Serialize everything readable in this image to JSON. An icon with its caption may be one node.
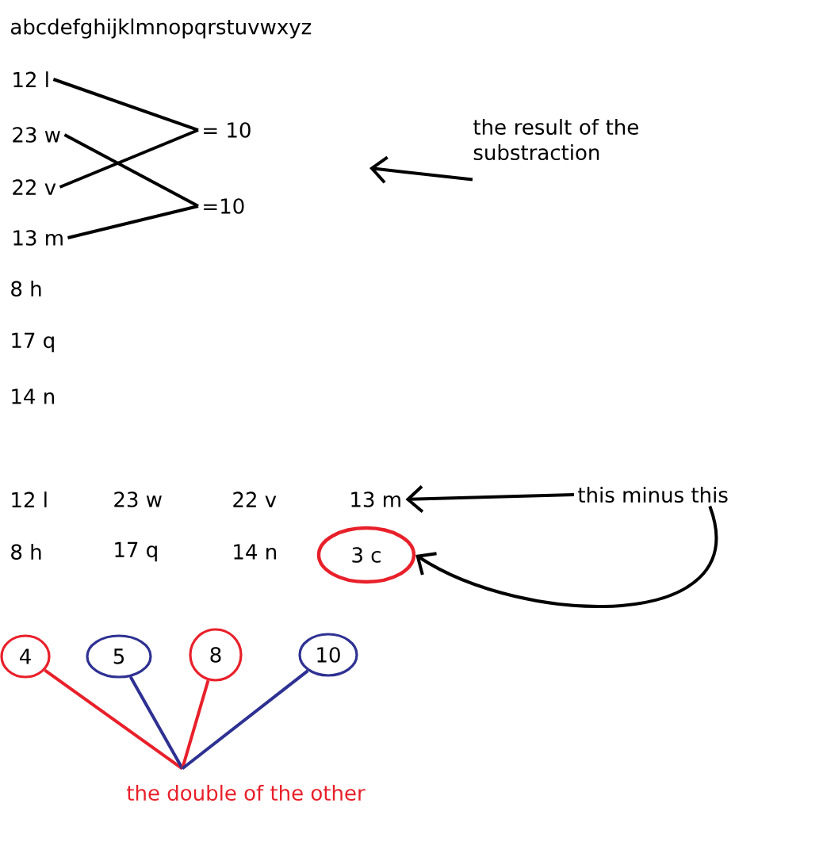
{
  "diagram": {
    "nodes": [
      {
        "text": [
          "12 l"
        ]
      },
      {
        "text": [
          "23 w"
        ]
      },
      {
        "text": [
          "22 v"
        ]
      },
      {
        "text": [
          "13 m"
        ]
      },
      {
        "text": [
          "= 10"
        ]
      },
      {
        "text": [
          "=10"
        ]
      },
      {
        "text": [
          "the result of the substraction"
        ]
      },
      {
        "text": [
          "13 m"
        ]
      },
      {
        "text": [
          "this minus this"
        ]
      },
      {
        "text": [
          "3 c"
        ]
      },
      {
        "text": [
          "4"
        ]
      },
      {
        "text": [
          "5"
        ]
      },
      {
        "text": [
          "8"
        ]
      },
      {
        "text": [
          "10"
        ]
      },
      {
        "text": [
          "the double of the other"
        ]
      }
    ],
    "edges": [
      {
        "from": 0,
        "to": 4,
        "arrow": "none"
      },
      {
        "from": 2,
        "to": 4,
        "arrow": "none"
      },
      {
        "from": 1,
        "to": 5,
        "arrow": "none"
      },
      {
        "from": 3,
        "to": 5,
        "arrow": "none"
      },
      {
        "from": 6,
        "to": null,
        "arrow": "to"
      },
      {
        "from": 8,
        "to": 7,
        "arrow": "to"
      },
      {
        "from": 8,
        "to": 9,
        "arrow": "to"
      },
      {
        "from": 10,
        "to": 14,
        "arrow": "none",
        "color": "#e8202a"
      },
      {
        "from": 11,
        "to": 14,
        "arrow": "none",
        "color": "#2e3192"
      },
      {
        "from": 12,
        "to": 14,
        "arrow": "none",
        "color": "#e8202a"
      },
      {
        "from": 13,
        "to": 14,
        "arrow": "none",
        "color": "#2e3192"
      }
    ],
    "labels": [
      "abcdefghijklmnopqrstuvwxyz",
      "8 h",
      "17 q",
      "14 n",
      "12 l",
      "23 w",
      "22 v",
      "8 h",
      "17 q",
      "14 n"
    ]
  }
}
